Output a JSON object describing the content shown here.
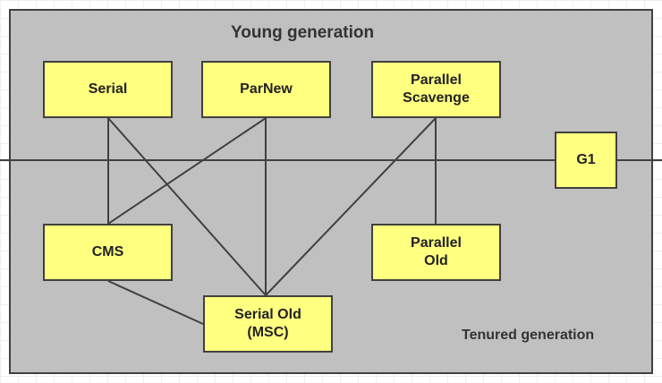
{
  "regions": {
    "young": "Young generation",
    "tenured": "Tenured generation"
  },
  "collectors": {
    "serial": "Serial",
    "parnew": "ParNew",
    "parallel_scavenge": "Parallel\nScavenge",
    "g1": "G1",
    "cms": "CMS",
    "parallel_old": "Parallel\nOld",
    "serial_old": "Serial Old\n(MSC)"
  },
  "combinations": [
    [
      "Serial",
      "CMS"
    ],
    [
      "Serial",
      "Serial Old (MSC)"
    ],
    [
      "ParNew",
      "CMS"
    ],
    [
      "ParNew",
      "Serial Old (MSC)"
    ],
    [
      "Parallel Scavenge",
      "Serial Old (MSC)"
    ],
    [
      "Parallel Scavenge",
      "Parallel Old"
    ],
    [
      "CMS",
      "Serial Old (MSC)"
    ]
  ],
  "colors": {
    "region_fill": "#c0c0c0",
    "node_fill": "#ffff80",
    "line": "#404040"
  }
}
